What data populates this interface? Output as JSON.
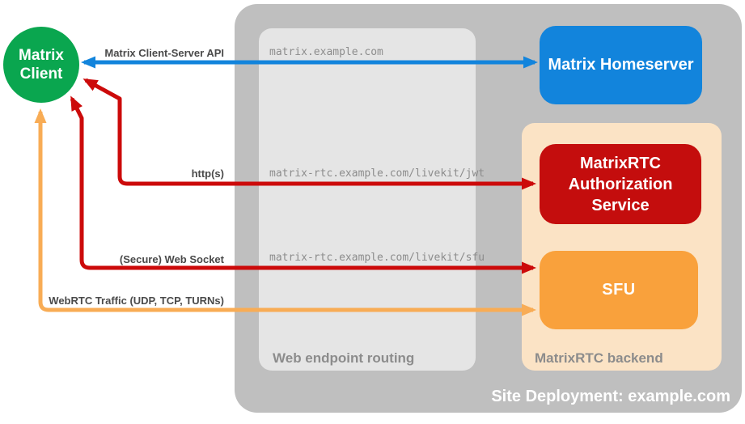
{
  "client": {
    "line1": "Matrix",
    "line2": "Client",
    "color": "#0AA64F"
  },
  "homeserver": {
    "label": "Matrix Homeserver",
    "color": "#1284DC"
  },
  "auth_service": {
    "label": "MatrixRTC Authorization Service",
    "color": "#C40D0D"
  },
  "sfu": {
    "label": "SFU",
    "color": "#F9A13C"
  },
  "site": {
    "caption": "Site Deployment: example.com",
    "color": "#BFBFBF"
  },
  "routing": {
    "caption": "Web endpoint routing",
    "color": "#E5E5E5"
  },
  "backend": {
    "caption": "MatrixRTC backend",
    "color": "#FBE3C5"
  },
  "arrows": {
    "client_server_api": {
      "label": "Matrix Client-Server API",
      "endpoint": "matrix.example.com",
      "color": "#1284DC",
      "direction": "bidirectional"
    },
    "http": {
      "label": "http(s)",
      "endpoint": "matrix-rtc.example.com/livekit/jwt",
      "color": "#CC0A0A",
      "direction": "bidirectional"
    },
    "websocket": {
      "label": "(Secure) Web Socket",
      "endpoint": "matrix-rtc.example.com/livekit/sfu",
      "color": "#CC0A0A",
      "direction": "bidirectional"
    },
    "webrtc": {
      "label": "WebRTC Traffic (UDP, TCP, TURNs)",
      "color": "#F8AC55",
      "direction": "bidirectional"
    }
  }
}
